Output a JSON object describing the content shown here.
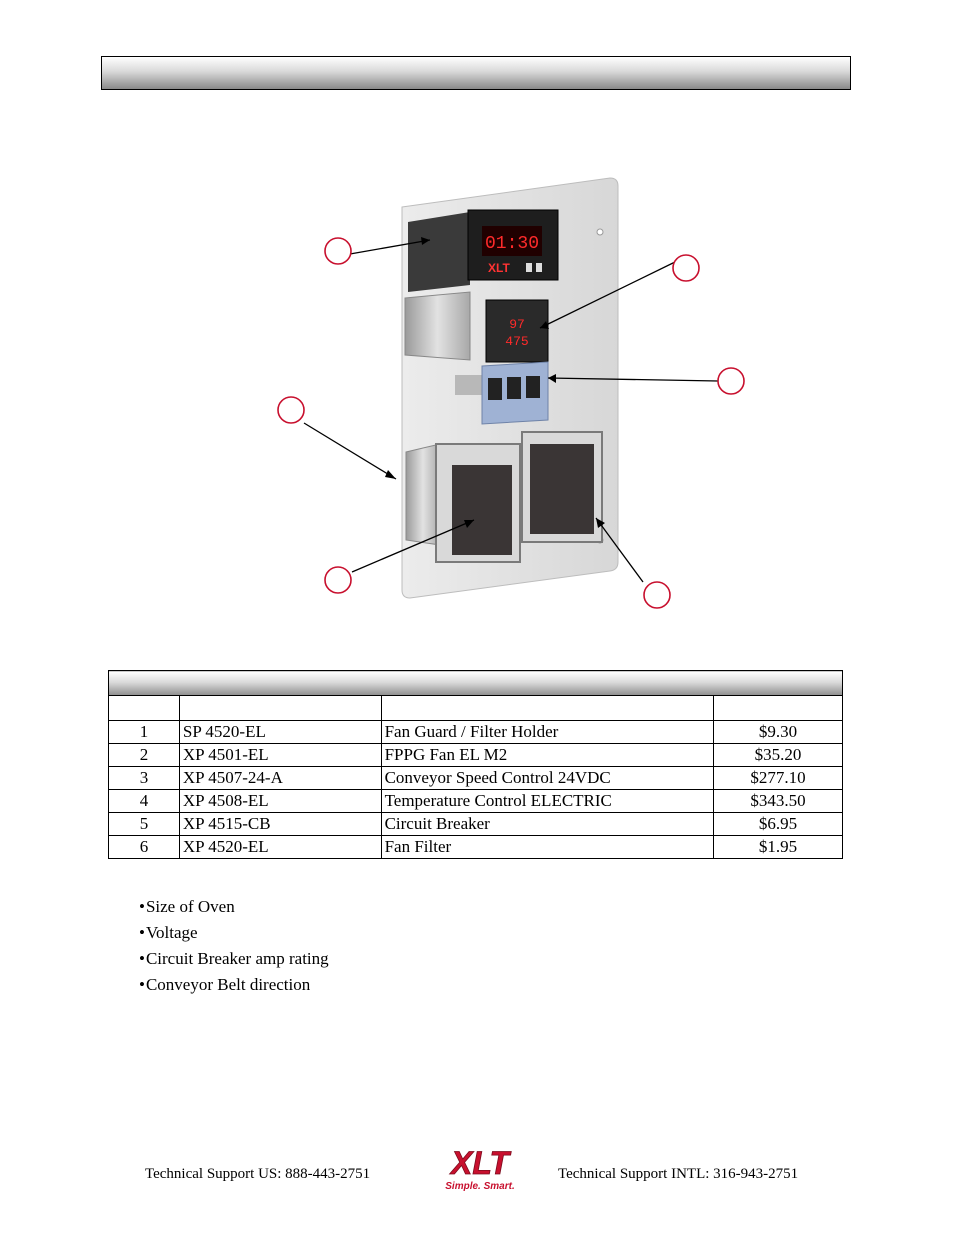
{
  "parts": {
    "rows": [
      {
        "item": "1",
        "part": "SP 4520-EL",
        "description": "Fan Guard / Filter Holder",
        "price": "$9.30"
      },
      {
        "item": "2",
        "part": "XP 4501-EL",
        "description": "FPPG Fan EL M2",
        "price": "$35.20"
      },
      {
        "item": "3",
        "part": "XP 4507-24-A",
        "description": "Conveyor Speed Control 24VDC",
        "price": "$277.10"
      },
      {
        "item": "4",
        "part": "XP 4508-EL",
        "description": "Temperature Control ELECTRIC",
        "price": "$343.50"
      },
      {
        "item": "5",
        "part": "XP 4515-CB",
        "description": "Circuit Breaker",
        "price": "$6.95"
      },
      {
        "item": "6",
        "part": "XP 4520-EL",
        "description": "Fan Filter",
        "price": "$1.95"
      }
    ]
  },
  "notes": [
    "Size of Oven",
    "Voltage",
    "Circuit Breaker amp rating",
    "Conveyor Belt direction"
  ],
  "diagram": {
    "speed_display": "01:30",
    "temp_top": "97",
    "temp_bottom": "475",
    "panel_brand": "XLT"
  },
  "footer": {
    "left": "Technical Support  US:  888-443-2751",
    "right": "Technical Support  INTL:  316-943-2751",
    "logo_text": "XLT",
    "logo_tagline": "Simple. Smart."
  },
  "colors": {
    "accent_red": "#c8102e",
    "led_red": "#ff2a2a"
  }
}
